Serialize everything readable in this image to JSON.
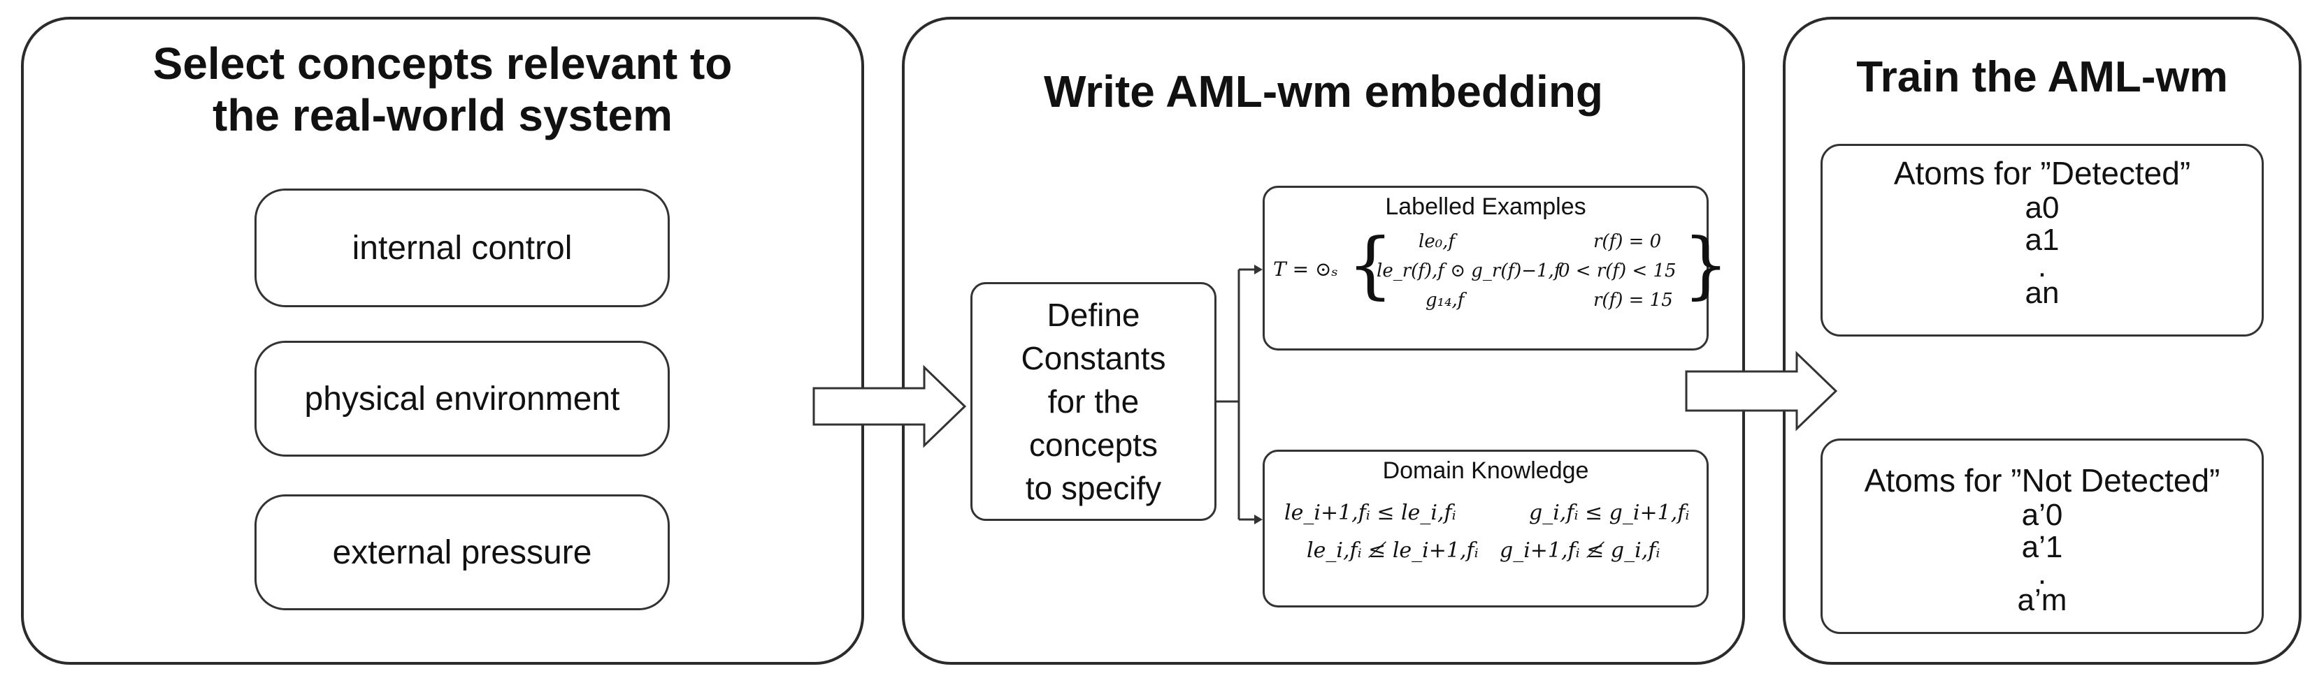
{
  "panels": {
    "select": {
      "title_line1": "Select concepts relevant to",
      "title_line2": "the real-world system",
      "concepts": [
        "internal control",
        "physical environment",
        "external pressure"
      ]
    },
    "write": {
      "title": "Write AML-wm embedding",
      "define_lines": [
        "Define",
        "Constants",
        "for the",
        "concepts",
        "to specify"
      ],
      "labelled": {
        "header": "Labelled Examples",
        "lhs": "T = ⊙ₛ",
        "rows": [
          {
            "expr": "le₀,f",
            "cond": "r(f) = 0"
          },
          {
            "expr": "le_r(f),f ⊙ g_r(f)−1,f",
            "cond": "0 < r(f) < 15"
          },
          {
            "expr": "g₁₄,f",
            "cond": "r(f) = 15"
          }
        ]
      },
      "domain": {
        "header": "Domain Knowledge",
        "row1_left": "le_i+1,fᵢ ≤ le_i,fᵢ",
        "row1_right": "g_i,fᵢ ≤ g_i+1,fᵢ",
        "row2_left": "le_i,fᵢ ≰ le_i+1,fᵢ",
        "row2_right": "g_i+1,fᵢ ≰ g_i,fᵢ"
      }
    },
    "train": {
      "title": "Train the AML-wm",
      "detected": {
        "header": "Atoms for ”Detected”",
        "items": [
          "a0",
          "a1",
          ".",
          "an"
        ]
      },
      "not_detected": {
        "header": "Atoms for ”Not Detected”",
        "items": [
          "a’0",
          "a’1",
          ".",
          "a’m"
        ]
      }
    }
  }
}
